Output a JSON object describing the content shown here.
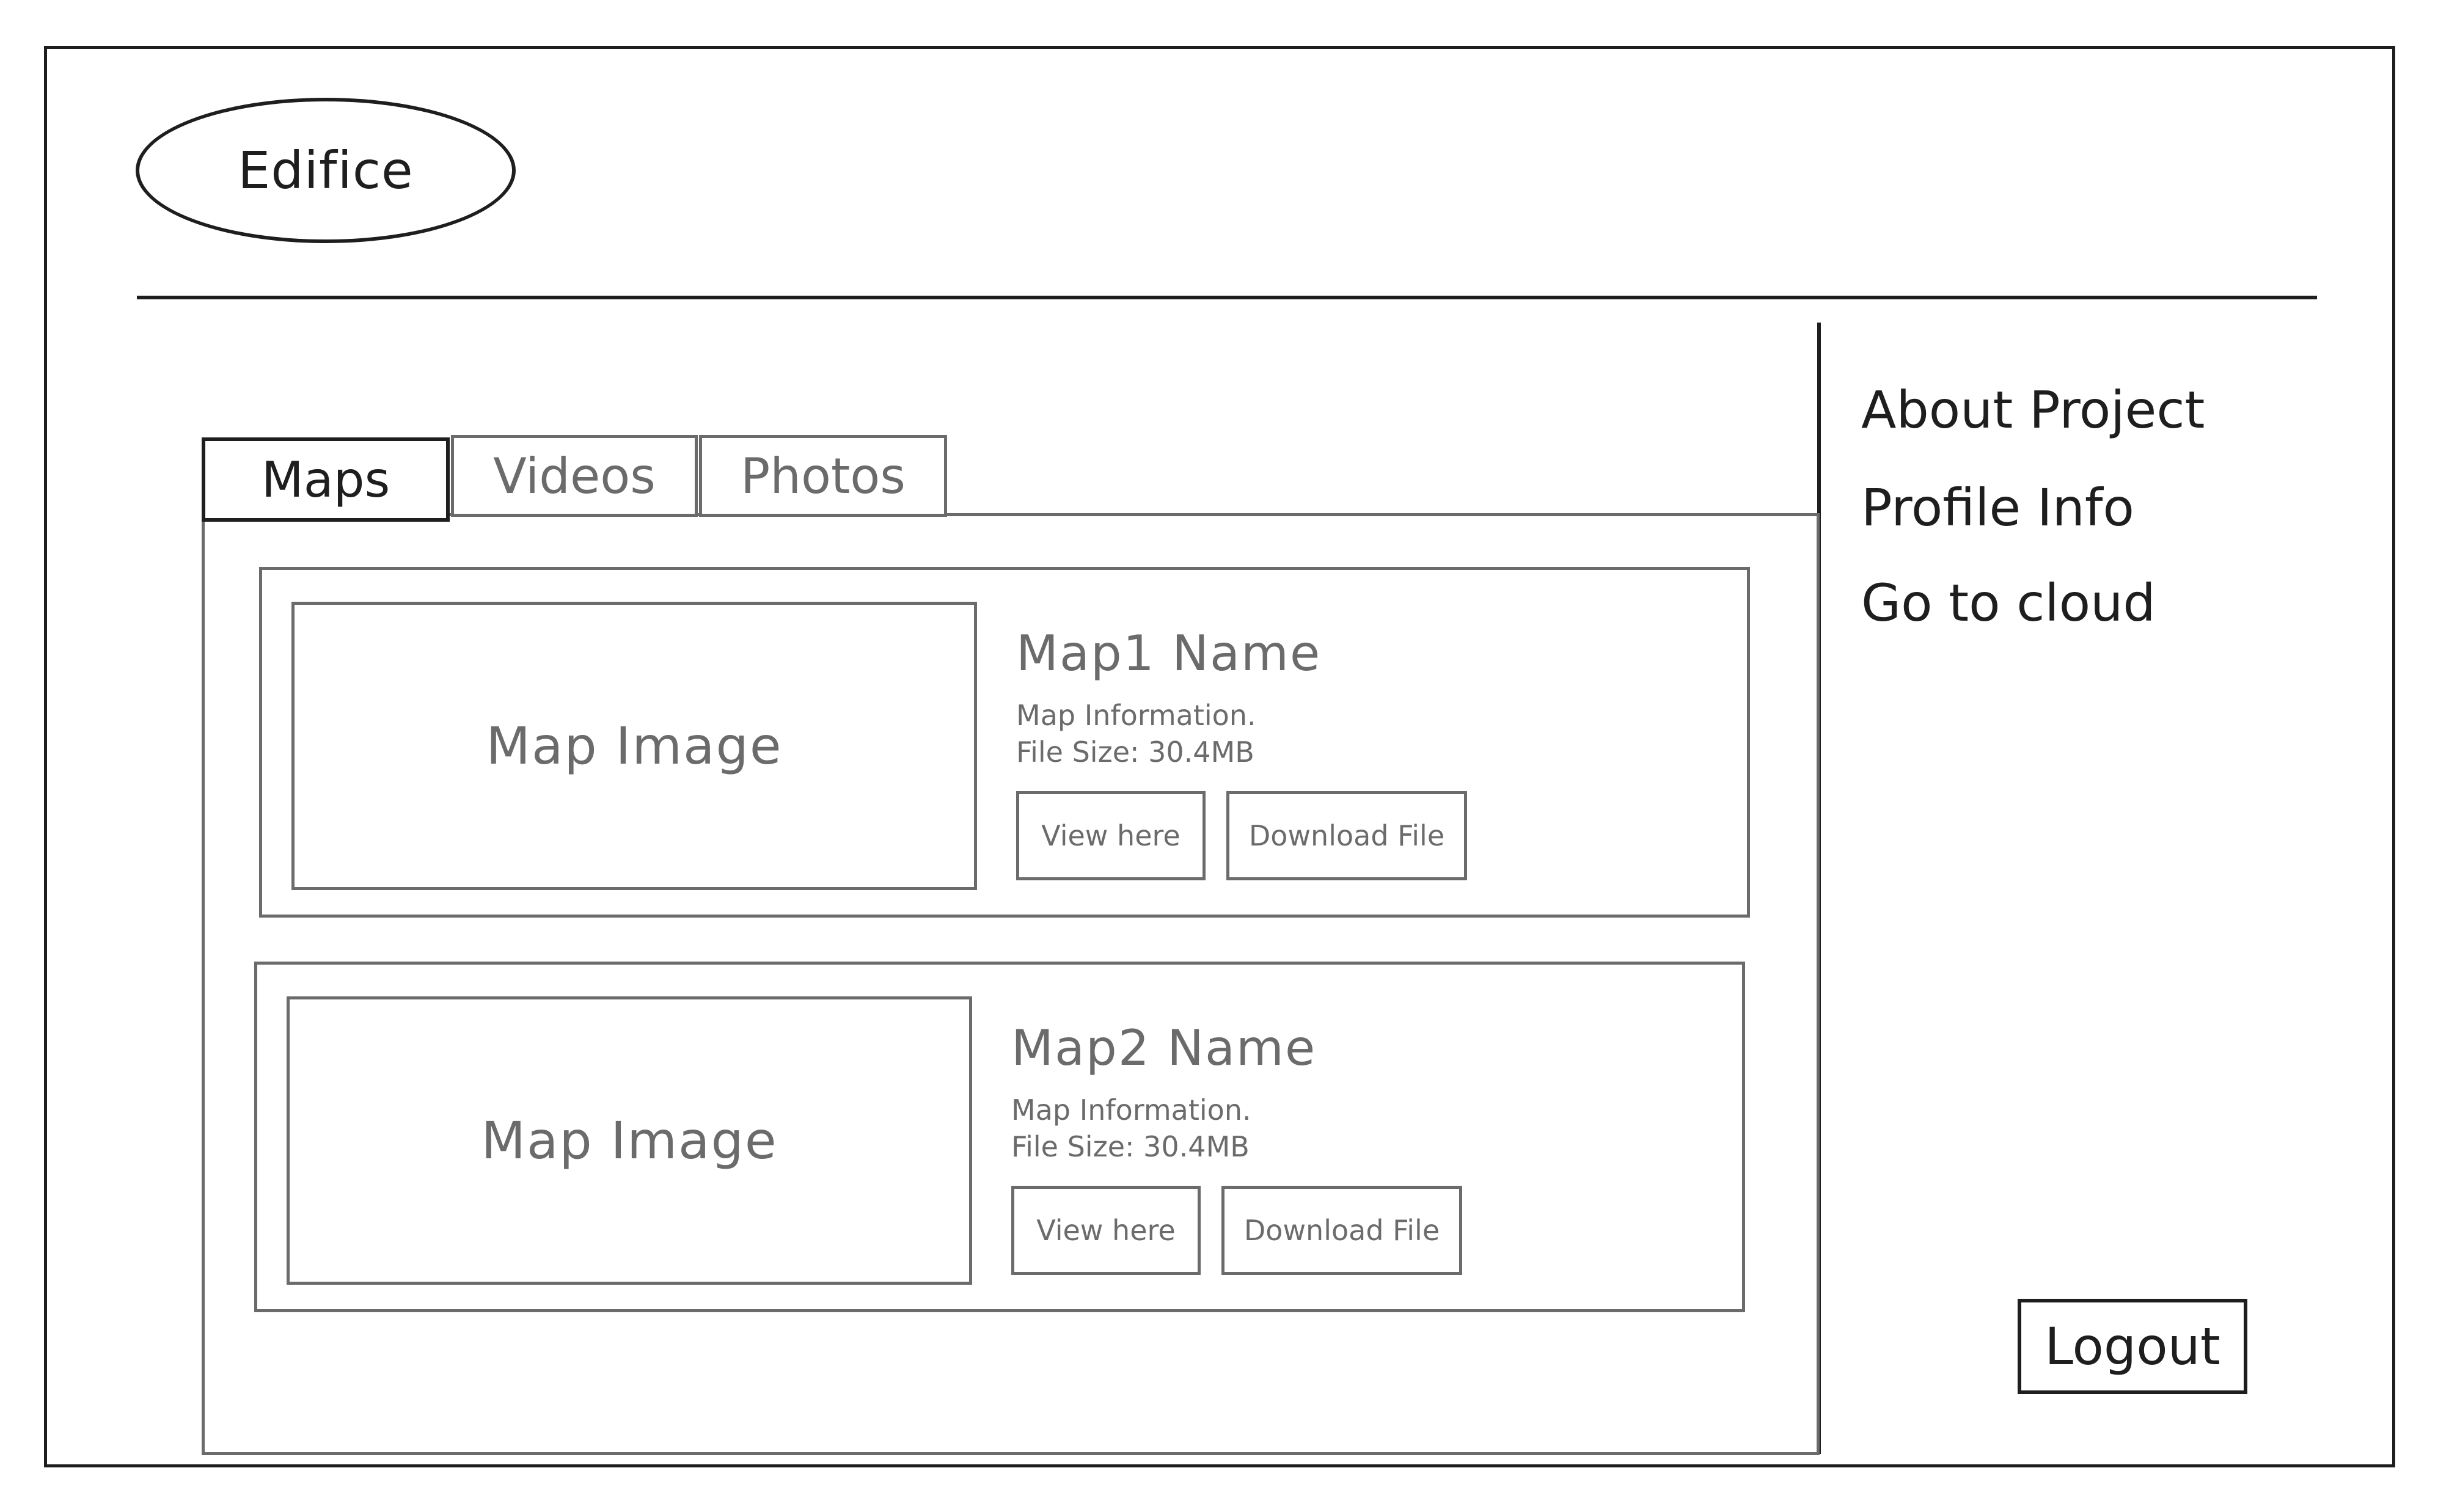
{
  "header": {
    "logo_text": "Edifice"
  },
  "tabs": [
    {
      "label": "Maps",
      "active": true
    },
    {
      "label": "Videos",
      "active": false
    },
    {
      "label": "Photos",
      "active": false
    }
  ],
  "cards": [
    {
      "image_label": "Map Image",
      "title": "Map1 Name",
      "info": "Map Information.",
      "file_size": "File Size: 30.4MB",
      "view_label": "View here",
      "download_label": "Download File"
    },
    {
      "image_label": "Map Image",
      "title": "Map2 Name",
      "info": "Map Information.",
      "file_size": "File Size: 30.4MB",
      "view_label": "View here",
      "download_label": "Download File"
    }
  ],
  "sidebar": {
    "links": [
      {
        "label": "About Project"
      },
      {
        "label": "Profile Info"
      },
      {
        "label": "Go to cloud"
      }
    ],
    "logout_label": "Logout"
  },
  "colors": {
    "primary_stroke": "#1e1e1e",
    "secondary_stroke": "#6b6b6b"
  }
}
